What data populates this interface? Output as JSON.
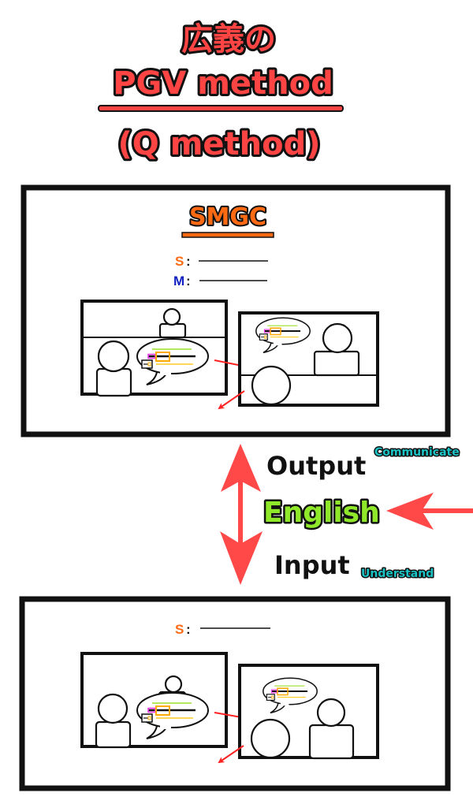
{
  "title": {
    "line1": "広義の",
    "line2": "PGV method",
    "line3": "(Q method)"
  },
  "top_box": {
    "heading": "SMGC",
    "s_label": "S",
    "m_label": "M",
    "colon": ":"
  },
  "middle": {
    "output": "Output",
    "communicate": "Communicate",
    "english": "English",
    "input": "Input",
    "understand": "Understand"
  },
  "bottom_box": {
    "s_label": "S",
    "colon": ":"
  },
  "colors": {
    "title_red": "#ff4444",
    "smgc_orange": "#ff6a13",
    "m_blue": "#1020c0",
    "english_green": "#8fe82a",
    "teal": "#19c2c4",
    "arrow_red": "#ff4848"
  }
}
